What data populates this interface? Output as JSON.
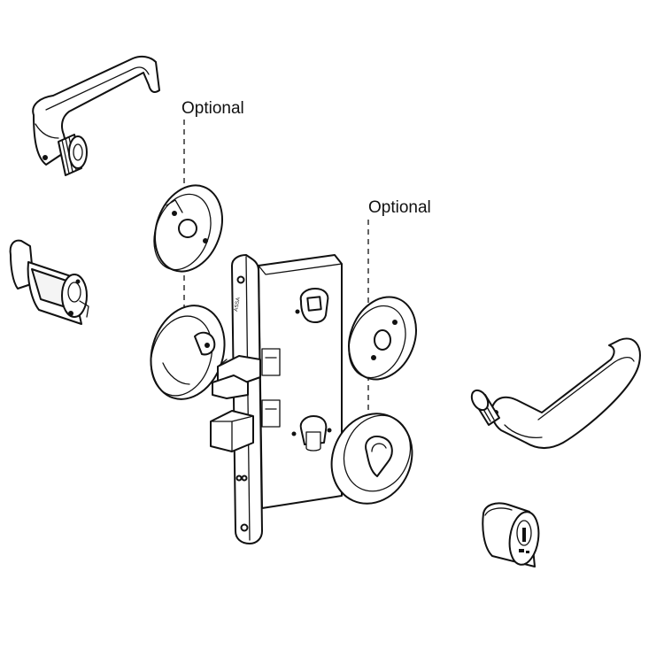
{
  "labels": {
    "optional_left": "Optional",
    "optional_right": "Optional"
  },
  "plate_marking": "ASSA"
}
